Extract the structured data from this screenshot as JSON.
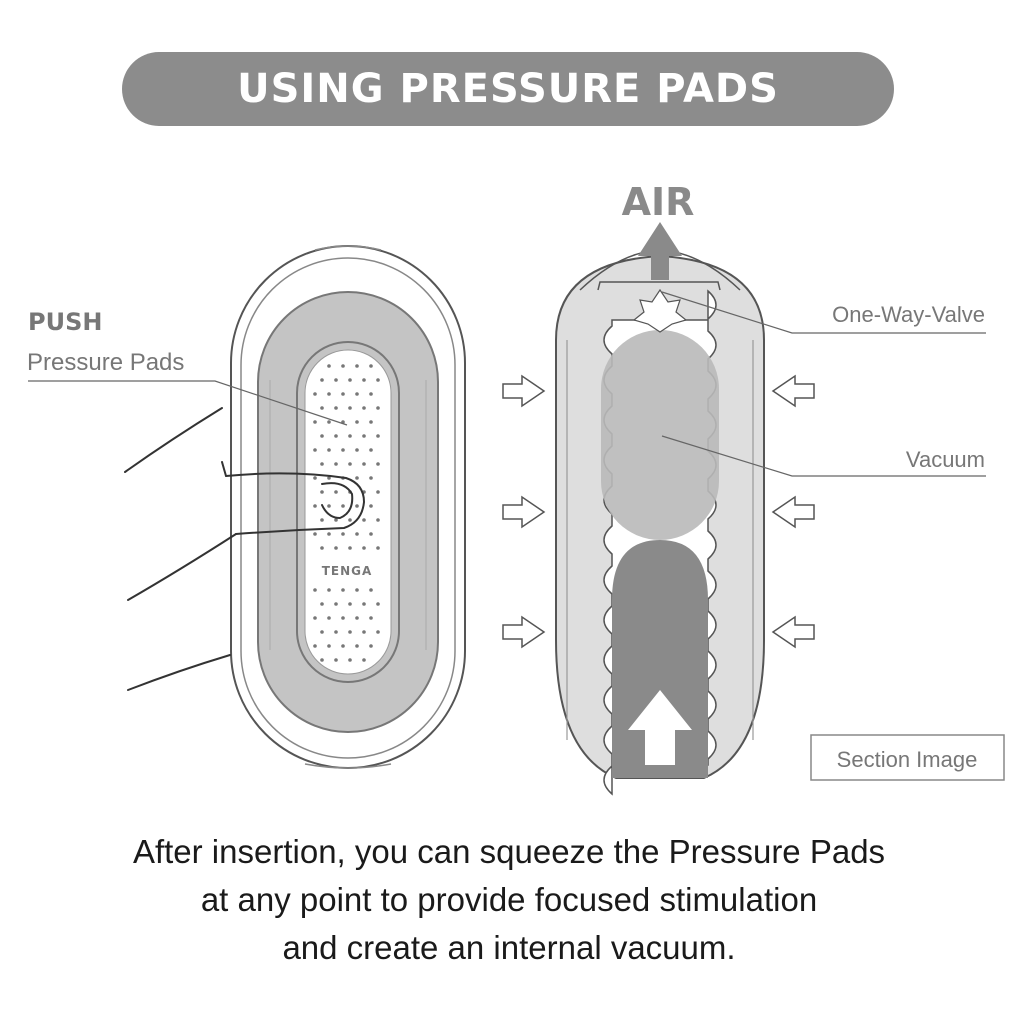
{
  "title": "USING PRESSURE PADS",
  "labels": {
    "push": "PUSH",
    "pressure_pads": "Pressure Pads",
    "air": "AIR",
    "one_way_valve": "One-Way-Valve",
    "vacuum": "Vacuum",
    "section_image": "Section Image",
    "brand": "TENGA"
  },
  "caption": {
    "line1": "After insertion, you can squeeze the Pressure Pads",
    "line2": "at any point to provide focused stimulation",
    "line3": "and create an internal vacuum."
  },
  "colors": {
    "title_bg": "#8c8c8c",
    "body_gray": "#c4c4c4",
    "dark_gray": "#8a8a8a",
    "light_gray": "#dedede",
    "line": "#666666"
  },
  "icons": [
    "hand-icon",
    "air-arrow-icon",
    "push-arrow-icon"
  ]
}
